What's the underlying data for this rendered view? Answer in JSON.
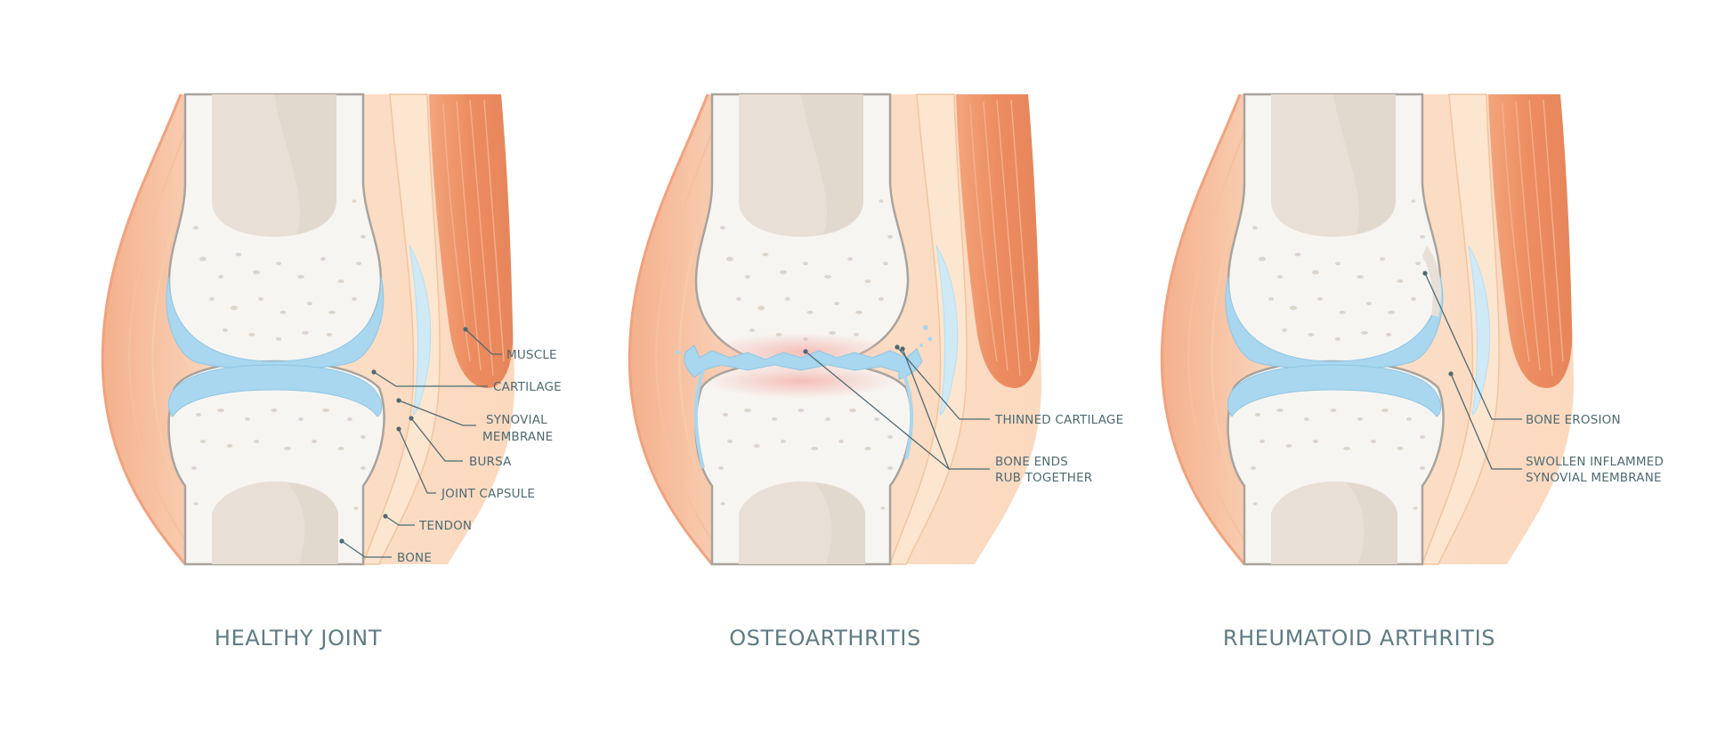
{
  "panels": [
    {
      "title": "HEALTHY JOINT",
      "labels": {
        "muscle": "MUSCLE",
        "cartilage": "CARTILAGE",
        "synovial_membrane_1": "SYNOVIAL",
        "synovial_membrane_2": "MEMBRANE",
        "bursa": "BURSA",
        "joint_capsule": "JOINT CAPSULE",
        "tendon": "TENDON",
        "bone": "BONE"
      }
    },
    {
      "title": "OSTEOARTHRITIS",
      "labels": {
        "thinned_cartilage": "THINNED CARTILAGE",
        "bone_ends_1": "BONE ENDS",
        "bone_ends_2": "RUB TOGETHER"
      }
    },
    {
      "title": "RHEUMATOID ARTHRITIS",
      "labels": {
        "bone_erosion": "BONE EROSION",
        "swollen_1": "SWOLLEN INFLAMMED",
        "swollen_2": "SYNOVIAL MEMBRANE"
      }
    }
  ],
  "colors": {
    "skin": "#f9d5b8",
    "skin_edge": "#f1b48f",
    "muscle": "#ec8f65",
    "bone": "#f6f4f1",
    "bone_marrow": "#e6ded5",
    "cartilage": "#a9d7ef",
    "synovial_healthy": "#e47d70",
    "synovial_inflamed": "#d93f46",
    "outline": "#a29e9a",
    "text": "#4e6a72"
  }
}
